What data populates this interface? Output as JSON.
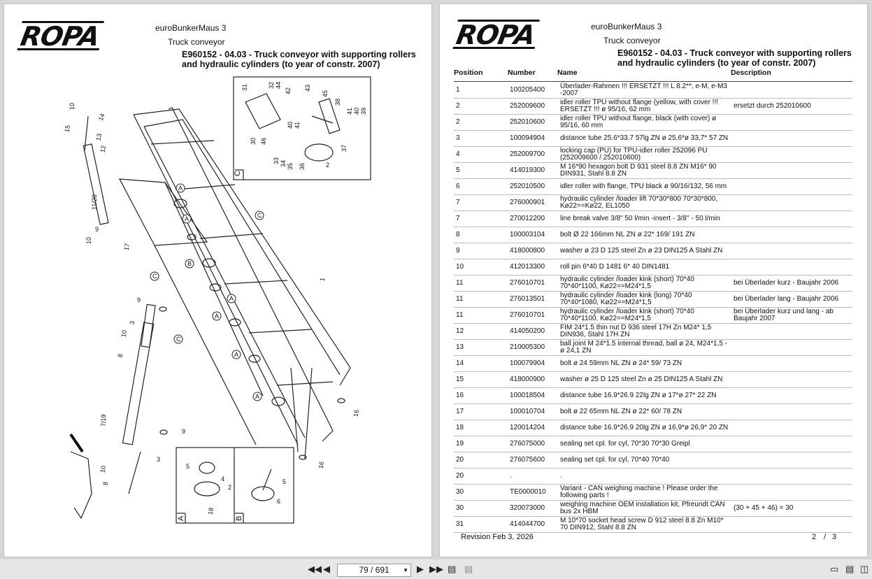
{
  "left_page": {
    "logo": "ROPA",
    "machine": "euroBunkerMaus 3",
    "section": "Truck conveyor",
    "title_line1": "E960152 - 04.03 - Truck conveyor with supporting rollers",
    "title_line2": "and hydraulic cylinders (to year of constr. 2007)",
    "callouts": [
      "10",
      "14",
      "15",
      "13",
      "12",
      "11/20",
      "9",
      "10",
      "17",
      "1",
      "A",
      "A",
      "B",
      "C",
      "C",
      "A",
      "A",
      "A",
      "A",
      "9",
      "3",
      "10",
      "8",
      "7/19",
      "9",
      "3",
      "10",
      "8",
      "16",
      "16",
      "C",
      "31",
      "32",
      "44",
      "42",
      "43",
      "45",
      "38",
      "41",
      "40",
      "39",
      "37",
      "30",
      "46",
      "33",
      "34",
      "35",
      "36",
      "2",
      "5",
      "4",
      "2",
      "18",
      "A",
      "5",
      "6",
      "B"
    ]
  },
  "right_page": {
    "logo": "ROPA",
    "machine": "euroBunkerMaus 3",
    "section": "Truck conveyor",
    "title_line1": "E960152 - 04.03 - Truck conveyor with supporting rollers",
    "title_line2": "and hydraulic cylinders (to year of constr. 2007)",
    "headers": {
      "position": "Position",
      "number": "Number",
      "name": "Name",
      "description": "Description"
    },
    "parts": [
      {
        "pos": "1",
        "num": "100205400",
        "name": "Überlader-Rahmen  !!! ERSETZT !!! L 8.2**, e-M, e-M3 -2007",
        "desc": ""
      },
      {
        "pos": "2",
        "num": "252009600",
        "name": "idler roller TPU without flange (yellow, with cover !!! ERSETZT !!! ø 95/16, 62 mm",
        "desc": "ersetzt durch 252010600"
      },
      {
        "pos": "2",
        "num": "252010600",
        "name": "idler roller TPU without flange, black (with cover) ø 95/16, 60 mm",
        "desc": ""
      },
      {
        "pos": "3",
        "num": "100094904",
        "name": "distance tube 25.6*33.7 57lg ZN ø 25,6*ø 33,7*  57 ZN",
        "desc": ""
      },
      {
        "pos": "4",
        "num": "252009700",
        "name": " locking cap (PU) for TPU-idler roller 252096 PU (252009600 / 252010600)",
        "desc": ""
      },
      {
        "pos": "5",
        "num": "414019300",
        "name": "M 16*90 hexagon bolt D 931 steel 8.8 ZN M16* 90 DIN931, Stahl 8.8 ZN",
        "desc": ""
      },
      {
        "pos": "6",
        "num": "252010500",
        "name": "idler roller with flange, TPU black ø 90/16/132, 56 mm",
        "desc": ""
      },
      {
        "pos": "7",
        "num": "276000901",
        "name": "hydraulic cylinder /loader lift 70*30*800 70*30*800, Kø22==Kø22, EL1050",
        "desc": ""
      },
      {
        "pos": "7",
        "num": "270012200",
        "name": "line break valve 3/8\" 50 l/min -insert - 3/8'' - 50 l/min",
        "desc": ""
      },
      {
        "pos": "8",
        "num": "100003104",
        "name": "bolt Ø 22 166mm NL ZN ø 22* 169/ 191 ZN",
        "desc": ""
      },
      {
        "pos": "9",
        "num": "418000800",
        "name": "washer ø 23 D 125 steel Zn ø 23 DIN125 A Stahl ZN",
        "desc": ""
      },
      {
        "pos": "10",
        "num": "412013300",
        "name": "roll pin 6*40 D 1481 6* 40 DIN1481",
        "desc": ""
      },
      {
        "pos": "11",
        "num": "276010701",
        "name": "hydraulic cylinder /loader kink (short) 70*40 70*40*1100, Kø22==M24*1,5",
        "desc": "bei Überlader kurz - Baujahr 2006"
      },
      {
        "pos": "11",
        "num": "276013501",
        "name": "hydraulic cylinder /loader kink (long) 70*40 70*40*1080, Kø22==M24*1,5",
        "desc": "bei Überlader lang - Baujahr 2006"
      },
      {
        "pos": "11",
        "num": "276010701",
        "name": "hydraulic cylinder /loader kink (short) 70*40 70*40*1100, Kø22==M24*1,5",
        "desc": "bei Überlader kurz und lang - ab Baujahr 2007"
      },
      {
        "pos": "12",
        "num": "414050200",
        "name": "FIM 24*1.5 thin nut D 936 steel 17H Zn M24*  1,5 DIN936, Stahl 17H ZN",
        "desc": ""
      },
      {
        "pos": "13",
        "num": "210005300",
        "name": "ball joint M 24*1.5 internal thread, ball ø 24, M24*1,5 - ø 24,1 ZN",
        "desc": ""
      },
      {
        "pos": "14",
        "num": "100079904",
        "name": "bolt ø 24 59mm NL ZN ø 24*  59/  73 ZN",
        "desc": ""
      },
      {
        "pos": "15",
        "num": "418000900",
        "name": "washer ø 25 D 125 steel Zn ø 25 DIN125 A Stahl ZN",
        "desc": ""
      },
      {
        "pos": "16",
        "num": "100018504",
        "name": "distance tube 16.9*26.9 22lg ZN ø 17*ø 27*  22 ZN",
        "desc": ""
      },
      {
        "pos": "17",
        "num": "100010704",
        "name": "bolt ø 22 65mm NL ZN ø 22*  60/  78 ZN",
        "desc": ""
      },
      {
        "pos": "18",
        "num": "120014204",
        "name": "distance tube 16.9*26.9 20lg ZN ø 16,9*ø 26,9*  20 ZN",
        "desc": ""
      },
      {
        "pos": "19",
        "num": "276075000",
        "name": "sealing set cpl. for cyl, 70*30 70*30 Greipl",
        "desc": ""
      },
      {
        "pos": "20",
        "num": "276075600",
        "name": "sealing set cpl. for cyl, 70*40 70*40",
        "desc": ""
      },
      {
        "pos": "20",
        "num": ".",
        "name": ".",
        "desc": ""
      },
      {
        "pos": "30",
        "num": "TE0000010",
        "name": "Variant - CAN weighing machine ! Please order the following parts !",
        "desc": ""
      },
      {
        "pos": "30",
        "num": "320073000",
        "name": "weighing machine OEM installation kit, Pfreundt CAN bus 2x HBM",
        "desc": "(30 + 45 + 46) = 30"
      },
      {
        "pos": "31",
        "num": "414044700",
        "name": "M 10*70 socket head screw D 912 steel 8.8 Zn M10* 70 DIN912, Stahl 8.8 ZN",
        "desc": ""
      }
    ],
    "revision": "Revision Feb 3, 2026",
    "page_current": "2",
    "page_sep": "/",
    "page_total": "3"
  },
  "toolbar": {
    "first_icon": "first-page-icon",
    "prev_icon": "previous-page-icon",
    "page_value": "79 / 691",
    "next_icon": "next-page-icon",
    "last_icon": "last-page-icon",
    "view_icons": [
      "single-page-icon",
      "continuous-page-icon",
      "facing-pages-icon"
    ]
  }
}
